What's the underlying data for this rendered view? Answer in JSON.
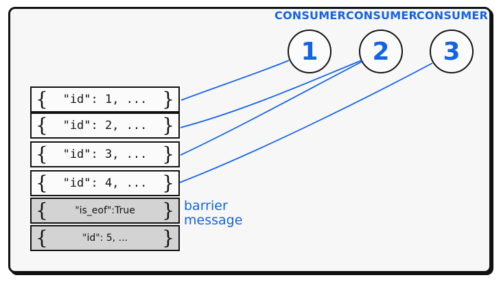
{
  "consumers": [
    {
      "label": "CONSUMER",
      "number": "1"
    },
    {
      "label": "CONSUMER",
      "number": "2"
    },
    {
      "label": "CONSUMER",
      "number": "3"
    }
  ],
  "messages": [
    {
      "text": "\"id\": 1, ...",
      "barrier": false
    },
    {
      "text": "\"id\": 2, ...",
      "barrier": false
    },
    {
      "text": "\"id\": 3, ...",
      "barrier": false
    },
    {
      "text": "\"id\": 4, ...",
      "barrier": false
    },
    {
      "text": "\"is_eof\":True",
      "barrier": true
    },
    {
      "text": "\"id\": 5, ...",
      "barrier": false
    }
  ],
  "barrier_label": {
    "line1": "barrier",
    "line2": "message"
  },
  "braces": {
    "open": "{",
    "close": "}"
  },
  "colors": {
    "accent": "#1463e6",
    "barrier_fill": "#d3d3d3",
    "ink": "#111111"
  }
}
